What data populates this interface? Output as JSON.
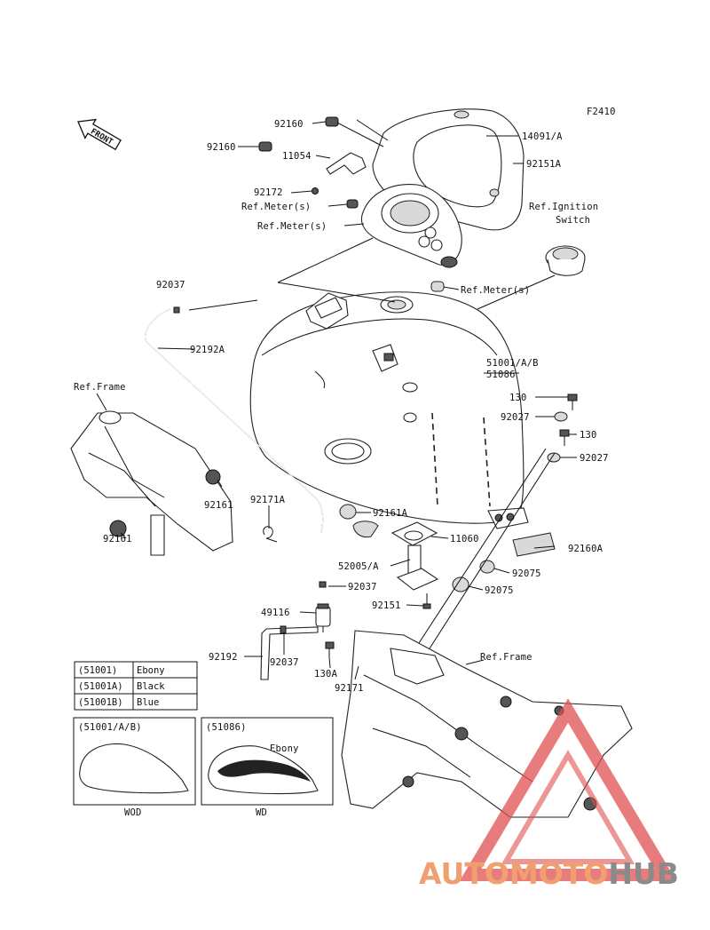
{
  "figure_code": "F2410",
  "front_label": "FRONT",
  "labels": {
    "p92160_top": "92160",
    "p14091": "14091/A",
    "p92160_left": "92160",
    "p11054": "11054",
    "p92151a": "92151A",
    "p92172": "92172",
    "ref_meter_1": "Ref.Meter(s)",
    "ref_meter_2": "Ref.Meter(s)",
    "ref_meter_3": "Ref.Meter(s)",
    "ref_ignition_1": "Ref.Ignition",
    "ref_ignition_2": "Switch",
    "p92037_top": "92037",
    "p92192a": "92192A",
    "p51001": "51001/A/B",
    "p51086": "51086",
    "ref_frame_left": "Ref.Frame",
    "p130_a": "130",
    "p92027_a": "92027",
    "p130_b": "130",
    "p92027_b": "92027",
    "p92171a": "92171A",
    "p92161_upper": "92161",
    "p92161_lower": "92161",
    "p92161a": "92161A",
    "p11060": "11060",
    "p92160a": "92160A",
    "p52005": "52005/A",
    "p92075_a": "92075",
    "p92075_b": "92075",
    "p92037_mid": "92037",
    "p92151": "92151",
    "p49116": "49116",
    "p92192": "92192",
    "p92037_low": "92037",
    "p130a": "130A",
    "p92171": "92171",
    "ref_frame_right": "Ref.Frame"
  },
  "color_table": [
    {
      "code": "(51001)",
      "color": "Ebony"
    },
    {
      "code": "(51001A)",
      "color": "Black"
    },
    {
      "code": "(51001B)",
      "color": "Blue"
    }
  ],
  "insets": [
    {
      "header": "(51001/A/B)",
      "caption": "WOD",
      "tag": ""
    },
    {
      "header": "(51086)",
      "caption": "WD",
      "tag": "Ebony"
    }
  ],
  "watermark": {
    "part1": "AUTOMOTO",
    "part2": "HUB",
    "color1": "#f0a070",
    "color2": "#8a8a8a",
    "triangle_color": "#e05050"
  }
}
